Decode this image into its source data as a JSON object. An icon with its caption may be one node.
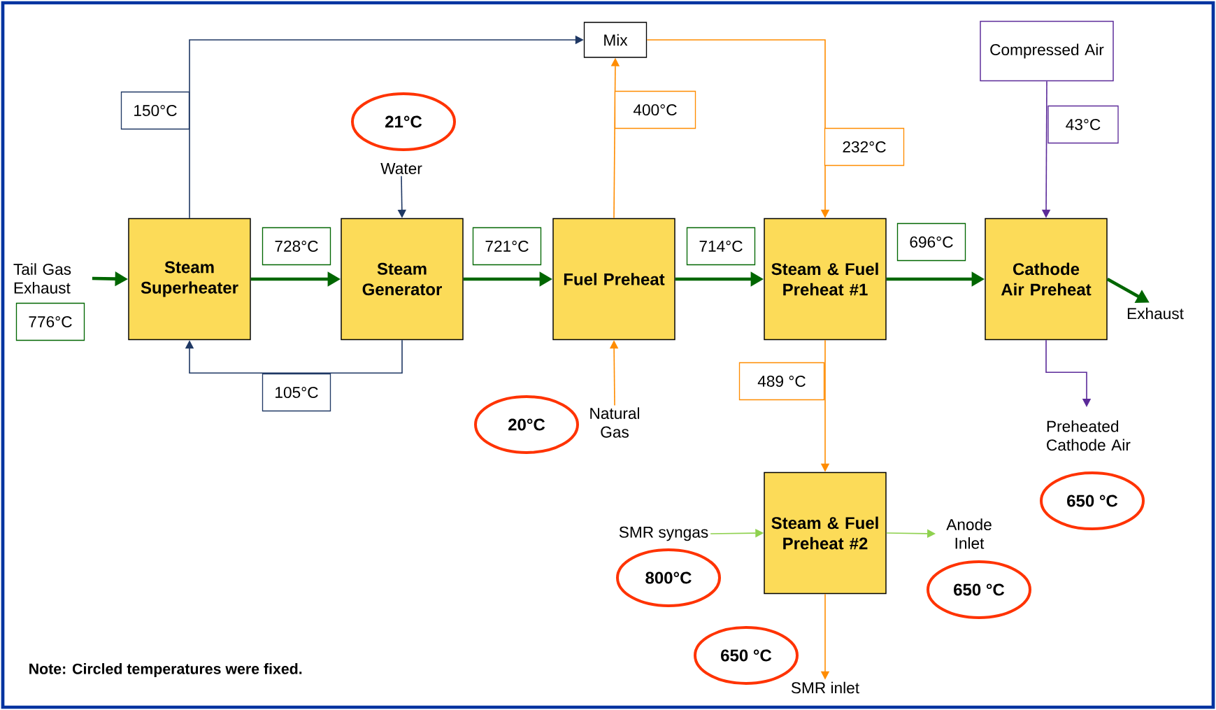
{
  "diagram": {
    "nodes": [
      {
        "text": [
          "Mix"
        ]
      },
      {
        "text": [
          "Compressed Air"
        ]
      },
      {
        "text": [
          "21°C"
        ]
      },
      {
        "text": [
          "Water"
        ]
      },
      {
        "text": [
          "Tail Gas Exhaust"
        ]
      },
      {
        "text": [
          "Steam Superheater"
        ]
      },
      {
        "text": [
          "Steam Generator"
        ]
      },
      {
        "text": [
          "Fuel Preheat"
        ]
      },
      {
        "text": [
          "Steam & Fuel Preheat #1"
        ]
      },
      {
        "text": [
          "Cathode Air Preheat"
        ]
      },
      {
        "text": [
          "Exhaust"
        ]
      },
      {
        "text": [
          "**20**°C"
        ]
      },
      {
        "text": [
          "Natural Gas"
        ]
      },
      {
        "text": [
          "Preheated Cathode Air"
        ]
      },
      {
        "text": [
          "650 °C"
        ]
      },
      {
        "text": [
          "Steam & Fuel Preheat #2"
        ]
      },
      {
        "text": [
          "SMR syngas"
        ]
      },
      {
        "text": [
          "Anode Inlet"
        ]
      },
      {
        "text": [
          "800°C"
        ]
      },
      {
        "text": [
          "650 °C"
        ]
      },
      {
        "text": [
          "650 °C"
        ]
      },
      {
        "text": [
          "SMR inlet"
        ]
      }
    ],
    "edges": [
      {
        "from": 4,
        "to": 5,
        "arrow": "to",
        "label": "776°C",
        "style": "thick",
        "color": "#006600"
      },
      {
        "from": 5,
        "to": 6,
        "arrow": "to",
        "label": "728°C",
        "style": "thick",
        "color": "#006600"
      },
      {
        "from": 6,
        "to": 7,
        "arrow": "to",
        "label": "721°C",
        "style": "thick",
        "color": "#006600"
      },
      {
        "from": 7,
        "to": 8,
        "arrow": "to",
        "label": "714°C",
        "style": "thick",
        "color": "#006600"
      },
      {
        "from": 8,
        "to": 9,
        "arrow": "to",
        "label": "696°C",
        "style": "thick",
        "color": "#006600"
      },
      {
        "from": 9,
        "to": 10,
        "arrow": "to",
        "style": "thick",
        "color": "#006600"
      },
      {
        "from": 3,
        "to": 6,
        "arrow": "to",
        "color": "#1f3864"
      },
      {
        "from": 5,
        "to": 0,
        "arrow": "to",
        "label": "150°C",
        "color": "#1f3864"
      },
      {
        "from": 6,
        "to": 5,
        "arrow": "to",
        "label": "105°C",
        "color": "#1f3864"
      },
      {
        "from": 12,
        "to": 7,
        "arrow": "to",
        "color": "#ff8c00"
      },
      {
        "from": 7,
        "to": 0,
        "arrow": "to",
        "label": "400°C",
        "color": "#ff8c00"
      },
      {
        "from": 0,
        "to": 8,
        "arrow": "to",
        "label": "232°C",
        "color": "#ff8c00"
      },
      {
        "from": 1,
        "to": 9,
        "arrow": "to",
        "label": "43°C",
        "color": "#5b2a99"
      },
      {
        "from": 9,
        "to": 13,
        "arrow": "to",
        "color": "#5b2a99"
      },
      {
        "from": 8,
        "to": 15,
        "arrow": "to",
        "label": "489 °C",
        "color": "#ff8c00"
      },
      {
        "from": 16,
        "to": 15,
        "arrow": "to",
        "color": "#8fd14f"
      },
      {
        "from": 15,
        "to": 17,
        "arrow": "to",
        "color": "#8fd14f"
      },
      {
        "from": 15,
        "to": 21,
        "arrow": "to",
        "color": "#ff8c00"
      }
    ],
    "labels": [
      "Note:  Circled temperatures were fixed."
    ]
  }
}
